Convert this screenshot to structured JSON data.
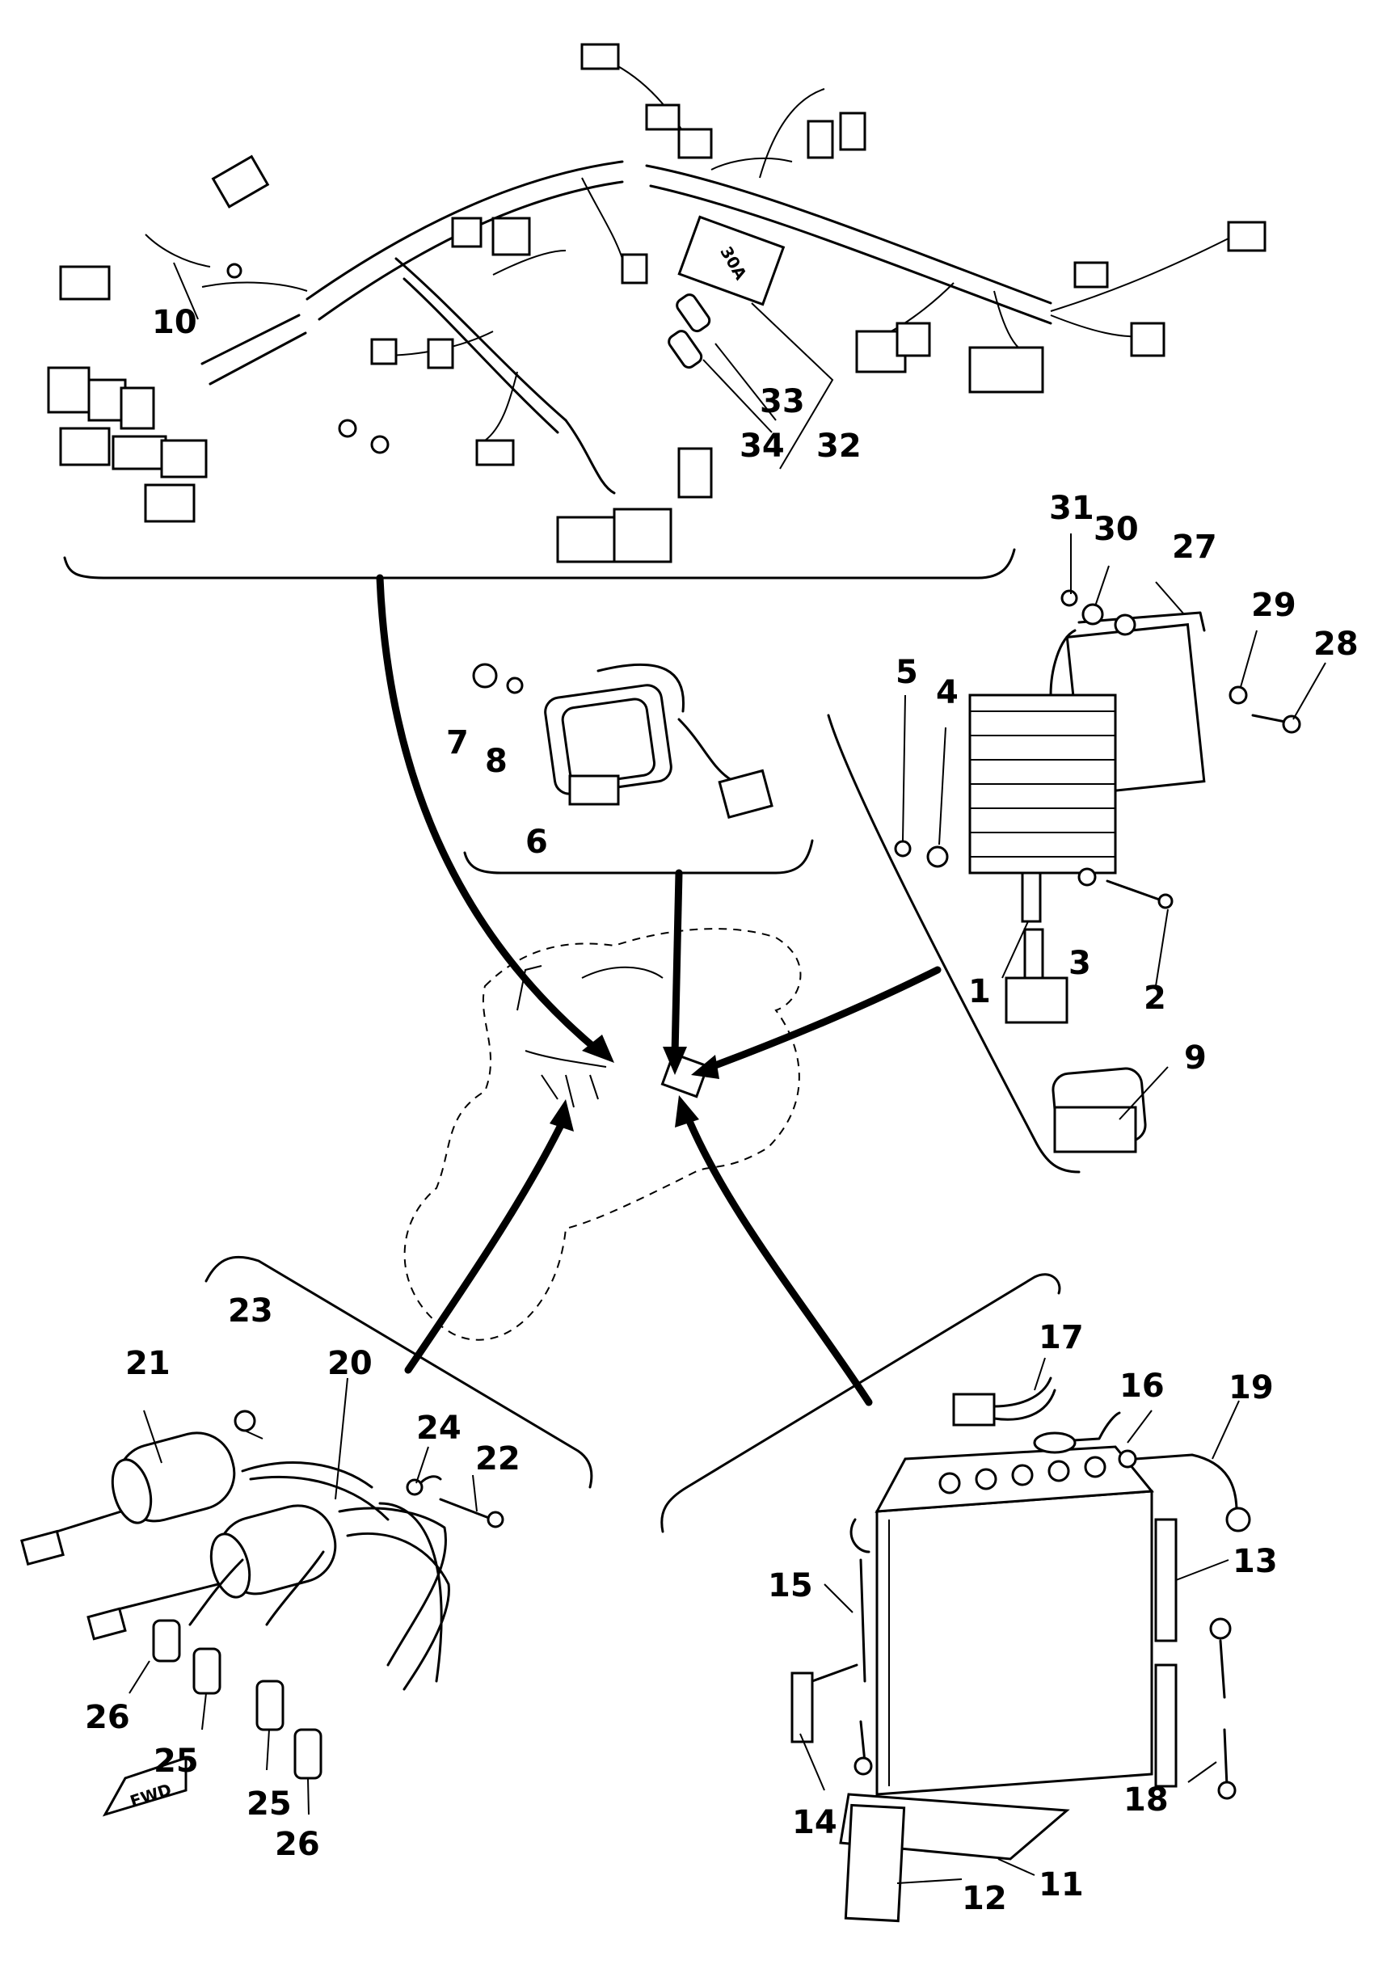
{
  "diagram": {
    "labels": [
      {
        "id": "p1",
        "text": "1"
      },
      {
        "id": "p2",
        "text": "2"
      },
      {
        "id": "p3",
        "text": "3"
      },
      {
        "id": "p4",
        "text": "4"
      },
      {
        "id": "p5",
        "text": "5"
      },
      {
        "id": "p6",
        "text": "6"
      },
      {
        "id": "p7",
        "text": "7"
      },
      {
        "id": "p8",
        "text": "8"
      },
      {
        "id": "p9",
        "text": "9"
      },
      {
        "id": "p10",
        "text": "10"
      },
      {
        "id": "p11",
        "text": "11"
      },
      {
        "id": "p12",
        "text": "12"
      },
      {
        "id": "p13",
        "text": "13"
      },
      {
        "id": "p14",
        "text": "14"
      },
      {
        "id": "p15",
        "text": "15"
      },
      {
        "id": "p16",
        "text": "16"
      },
      {
        "id": "p17",
        "text": "17"
      },
      {
        "id": "p18",
        "text": "18"
      },
      {
        "id": "p19",
        "text": "19"
      },
      {
        "id": "p20",
        "text": "20"
      },
      {
        "id": "p21",
        "text": "21"
      },
      {
        "id": "p22",
        "text": "22"
      },
      {
        "id": "p23",
        "text": "23"
      },
      {
        "id": "p24",
        "text": "24"
      },
      {
        "id": "p25a",
        "text": "25"
      },
      {
        "id": "p25b",
        "text": "25"
      },
      {
        "id": "p26a",
        "text": "26"
      },
      {
        "id": "p26b",
        "text": "26"
      },
      {
        "id": "p27",
        "text": "27"
      },
      {
        "id": "p28",
        "text": "28"
      },
      {
        "id": "p29",
        "text": "29"
      },
      {
        "id": "p30",
        "text": "30"
      },
      {
        "id": "p31",
        "text": "31"
      },
      {
        "id": "p32",
        "text": "32"
      },
      {
        "id": "p33",
        "text": "33"
      },
      {
        "id": "p34",
        "text": "34"
      }
    ],
    "fwd_stamp": "FWD",
    "fuse_box_stamp": "30A"
  }
}
